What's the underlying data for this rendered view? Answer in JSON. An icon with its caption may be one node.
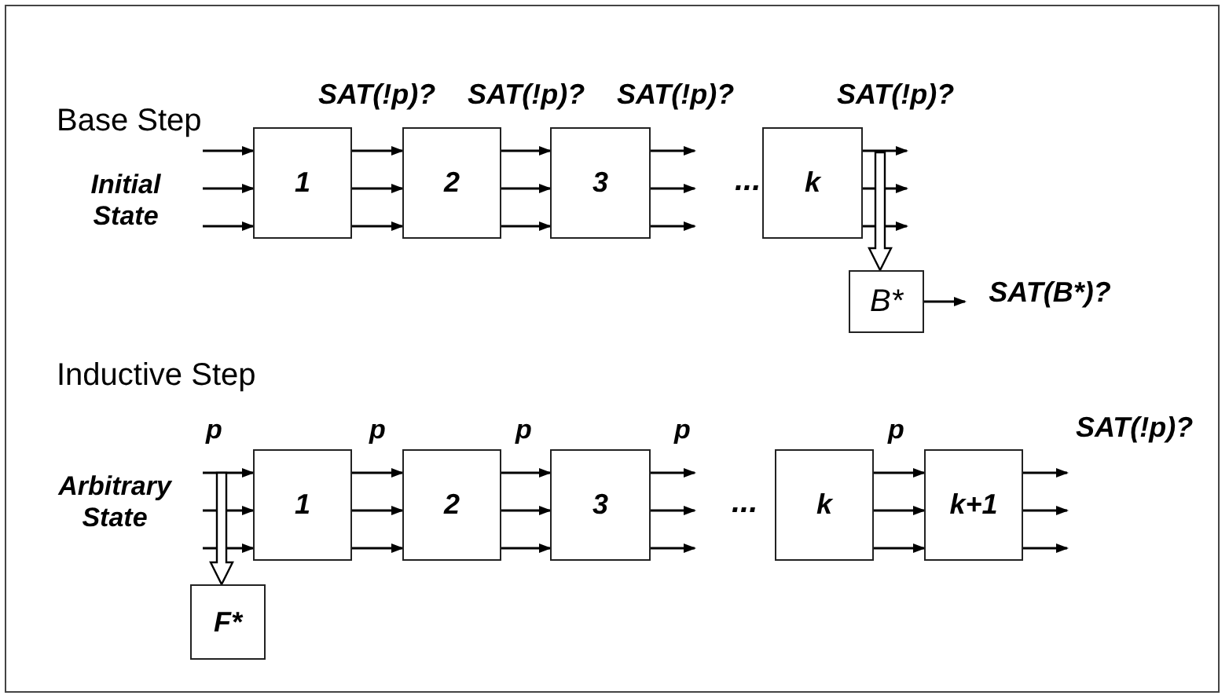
{
  "diagram": {
    "nodes": [
      {
        "text": [
          "1"
        ]
      },
      {
        "text": [
          "2"
        ]
      },
      {
        "text": [
          "3"
        ]
      },
      {
        "text": [
          "k"
        ]
      },
      {
        "text": [
          "B*"
        ]
      },
      {
        "text": [
          "SAT(B*)?"
        ]
      },
      {
        "text": [
          "1"
        ]
      },
      {
        "text": [
          "2"
        ]
      },
      {
        "text": [
          "3"
        ]
      },
      {
        "text": [
          "k"
        ]
      },
      {
        "text": [
          "k+1"
        ]
      },
      {
        "text": [
          "F*"
        ]
      }
    ],
    "edges": [
      {
        "from": null,
        "to": 0,
        "arrow": "to"
      },
      {
        "from": null,
        "to": 0,
        "arrow": "to"
      },
      {
        "from": null,
        "to": 0,
        "arrow": "to"
      },
      {
        "from": 0,
        "to": 1,
        "arrow": "to"
      },
      {
        "from": 0,
        "to": 1,
        "arrow": "to"
      },
      {
        "from": 0,
        "to": 1,
        "arrow": "to"
      },
      {
        "from": 1,
        "to": 2,
        "arrow": "to"
      },
      {
        "from": 1,
        "to": 2,
        "arrow": "to"
      },
      {
        "from": 1,
        "to": 2,
        "arrow": "to"
      },
      {
        "from": 2,
        "to": null,
        "arrow": "to"
      },
      {
        "from": 2,
        "to": null,
        "arrow": "to"
      },
      {
        "from": 2,
        "to": null,
        "arrow": "to"
      },
      {
        "from": 3,
        "to": null,
        "arrow": "to"
      },
      {
        "from": 3,
        "to": null,
        "arrow": "to"
      },
      {
        "from": 3,
        "to": null,
        "arrow": "to"
      },
      {
        "from": null,
        "to": 4,
        "arrow": "to",
        "style": "thick"
      },
      {
        "from": 4,
        "to": 5,
        "arrow": "to"
      },
      {
        "from": null,
        "to": 6,
        "arrow": "to"
      },
      {
        "from": null,
        "to": 6,
        "arrow": "to"
      },
      {
        "from": null,
        "to": 6,
        "arrow": "to"
      },
      {
        "from": 6,
        "to": 7,
        "arrow": "to"
      },
      {
        "from": 6,
        "to": 7,
        "arrow": "to"
      },
      {
        "from": 6,
        "to": 7,
        "arrow": "to"
      },
      {
        "from": 7,
        "to": 8,
        "arrow": "to"
      },
      {
        "from": 7,
        "to": 8,
        "arrow": "to"
      },
      {
        "from": 7,
        "to": 8,
        "arrow": "to"
      },
      {
        "from": 8,
        "to": null,
        "arrow": "to"
      },
      {
        "from": 8,
        "to": null,
        "arrow": "to"
      },
      {
        "from": 8,
        "to": null,
        "arrow": "to"
      },
      {
        "from": 9,
        "to": 10,
        "arrow": "to"
      },
      {
        "from": 9,
        "to": 10,
        "arrow": "to"
      },
      {
        "from": 9,
        "to": 10,
        "arrow": "to"
      },
      {
        "from": 10,
        "to": null,
        "arrow": "to"
      },
      {
        "from": 10,
        "to": null,
        "arrow": "to"
      },
      {
        "from": 10,
        "to": null,
        "arrow": "to"
      },
      {
        "from": null,
        "to": 11,
        "arrow": "to",
        "style": "thick"
      }
    ],
    "labels": [
      "Base Step",
      "SAT(!p)?",
      "SAT(!p)?",
      "SAT(!p)?",
      "SAT(!p)?",
      "Initial State",
      "...",
      "Inductive Step",
      "Arbitrary State",
      "p",
      "p",
      "p",
      "p",
      "p",
      "...",
      "SAT(!p)?"
    ]
  }
}
